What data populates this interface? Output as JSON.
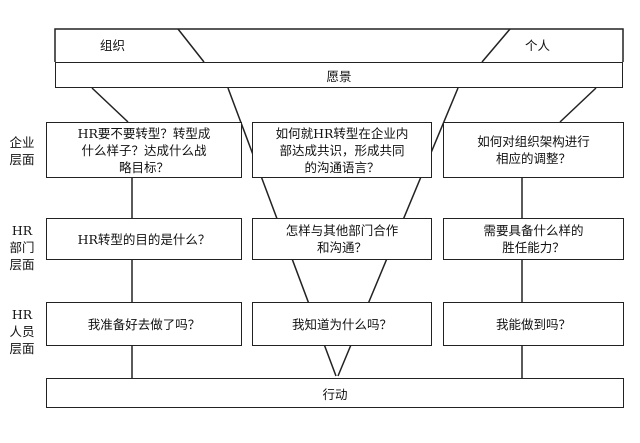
{
  "top": {
    "org_label": "组织",
    "person_label": "个人"
  },
  "vision_label": "愿景",
  "action_label": "行动",
  "rows": [
    {
      "level_label": "企业\n层面",
      "cells": [
        "HR要不要转型？转型成\n什么样子？达成什么战\n略目标？",
        "如何就HR转型在企业内\n部达成共识，形成共同\n的沟通语言？",
        "如何对组织架构进行\n相应的调整？"
      ]
    },
    {
      "level_label": "HR\n部门\n层面",
      "cells": [
        "HR转型的目的是什么？",
        "怎样与其他部门合作\n和沟通？",
        "需要具备什么样的\n胜任能力？"
      ]
    },
    {
      "level_label": "HR\n人员\n层面",
      "cells": [
        "我准备好去做了吗？",
        "我知道为什么吗？",
        "我能做到吗？"
      ]
    }
  ]
}
